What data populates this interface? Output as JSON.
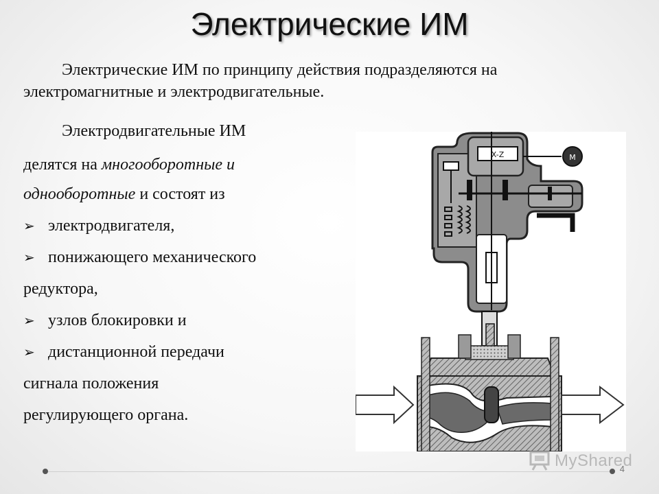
{
  "slide": {
    "title": "Электрические ИМ",
    "intro": "Электрические ИМ по принципу действия подразделяются на электромагнитные и электродвигательные.",
    "body_l1": "Электродвигательные ИМ",
    "body_l2a": "делятся на ",
    "body_l2b": "многооборотные и",
    "body_l3a": "однооборотные",
    "body_l3b": " и состоят из",
    "bullet_1": "электродвигателя,",
    "bullet_2": "понижающего механического",
    "cont_2": "редуктора,",
    "bullet_3": "узлов блокировки и",
    "bullet_4": "дистанционной передачи",
    "cont_4a": "сигнала положения",
    "cont_4b": "регулирующего органа.",
    "page_number": "4",
    "watermark": "MyShared",
    "figure_motor_label": "М",
    "figure_gear_label": "X-Z"
  },
  "icons": {
    "bullet": "arrow-bullet-icon",
    "watermark": "presentation-board-icon"
  }
}
